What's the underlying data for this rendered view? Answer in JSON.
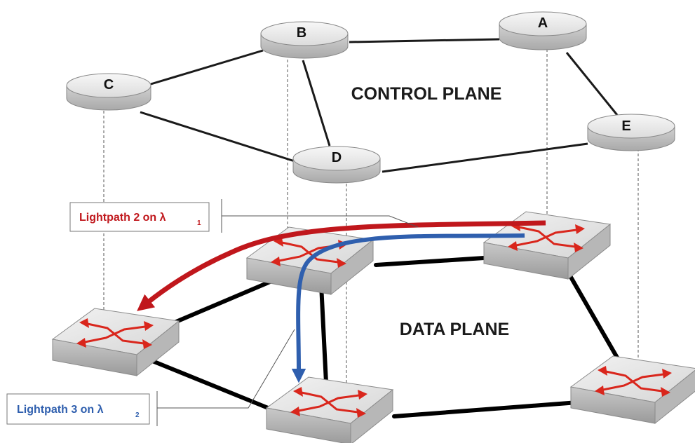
{
  "control_plane_label": "CONTROL PLANE",
  "data_plane_label": "DATA PLANE",
  "controllers": {
    "A": "A",
    "B": "B",
    "C": "C",
    "D": "D",
    "E": "E"
  },
  "lightpath2": {
    "text": "Lightpath 2 on λ",
    "subscript": "1",
    "color": "#c0171c"
  },
  "lightpath3": {
    "text": "Lightpath 3 on λ",
    "subscript": "2",
    "color": "#2f5fae"
  },
  "colors": {
    "switch_arrow": "#d9261c",
    "control_link": "#1a1a1a",
    "data_link": "#000000"
  }
}
